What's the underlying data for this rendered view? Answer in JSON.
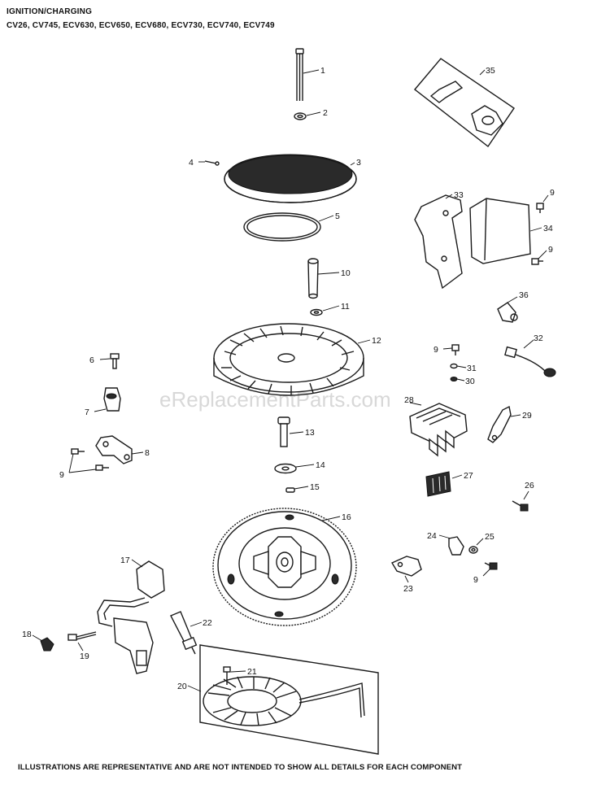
{
  "header": {
    "title": "IGNITION/CHARGING",
    "models": "CV26, CV745, ECV630, ECV650, ECV680, ECV730, ECV740, ECV749"
  },
  "watermark": "eReplacementParts.com",
  "footer": "ILLUSTRATIONS ARE REPRESENTATIVE AND ARE NOT INTENDED TO SHOW ALL DETAILS FOR EACH COMPONENT",
  "callouts": {
    "c1": "1",
    "c2": "2",
    "c3": "3",
    "c4": "4",
    "c5": "5",
    "c6": "6",
    "c7": "7",
    "c8": "8",
    "c9a": "9",
    "c9b": "9",
    "c9c": "9",
    "c9d": "9",
    "c9e": "9",
    "c10": "10",
    "c11": "11",
    "c12": "12",
    "c13": "13",
    "c14": "14",
    "c15": "15",
    "c16": "16",
    "c17": "17",
    "c18": "18",
    "c19": "19",
    "c20": "20",
    "c21": "21",
    "c22": "22",
    "c23": "23",
    "c24": "24",
    "c25": "25",
    "c26": "26",
    "c27": "27",
    "c28": "28",
    "c29": "29",
    "c30": "30",
    "c31": "31",
    "c32": "32",
    "c33": "33",
    "c34": "34",
    "c35": "35",
    "c36": "36"
  },
  "colors": {
    "ink": "#1a1a1a",
    "watermark": "#d8d8d8",
    "background": "#ffffff"
  }
}
